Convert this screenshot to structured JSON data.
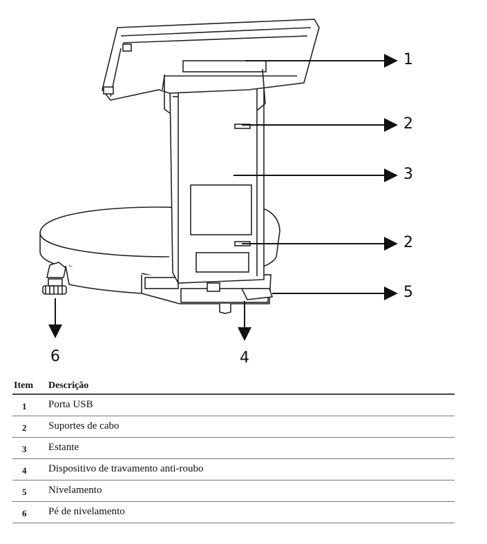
{
  "callouts": {
    "c1": "1",
    "c2a": "2",
    "c3": "3",
    "c2b": "2",
    "c5": "5",
    "c4": "4",
    "c6": "6"
  },
  "table": {
    "header_item": "Item",
    "header_desc": "Descrição",
    "rows": [
      {
        "item": "1",
        "desc": "Porta USB"
      },
      {
        "item": "2",
        "desc": "Suportes de cabo"
      },
      {
        "item": "3",
        "desc": "Estante"
      },
      {
        "item": "4",
        "desc": "Dispositivo de travamento anti-roubo"
      },
      {
        "item": "5",
        "desc": "Nivelamento"
      },
      {
        "item": "6",
        "desc": "Pé de nivelamento"
      }
    ]
  }
}
